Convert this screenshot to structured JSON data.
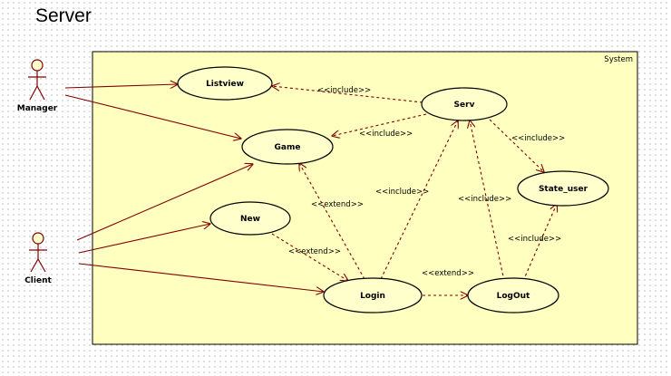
{
  "title": "Server",
  "system": {
    "label": "System",
    "fill": "#ffffc0"
  },
  "actors": {
    "manager": "Manager",
    "client": "Client"
  },
  "use_cases": {
    "listview": "Listview",
    "serv": "Serv",
    "game": "Game",
    "state_user": "State_user",
    "new": "New",
    "login": "Login",
    "logout": "LogOut"
  },
  "stereotypes": {
    "serv_listview": "<<include>>",
    "serv_game": "<<include>>",
    "serv_state_user": "<<include>>",
    "login_game": "<<extend>>",
    "login_serv": "<<include>>",
    "logout_serv": "<<include>>",
    "new_login": "<<extend>>",
    "logout_state_user": "<<include>>",
    "login_logout": "<<extend>>"
  },
  "colors": {
    "line": "#800000",
    "use_case_fill": "#ffffcc",
    "actor_fill": "#ffffcc"
  }
}
